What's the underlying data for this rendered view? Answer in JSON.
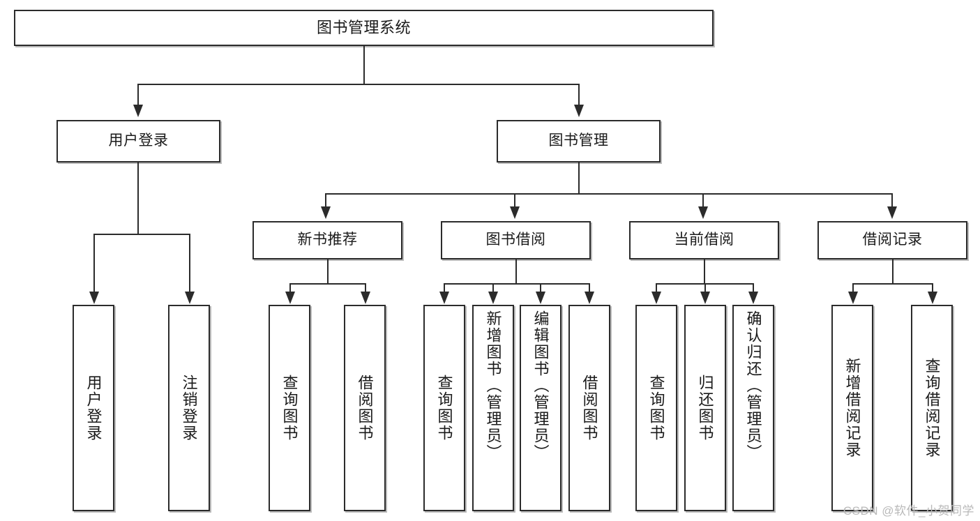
{
  "diagram": {
    "type": "tree",
    "title": "图书管理系统",
    "watermark": "CSDN @软件_小贺同学",
    "levels": {
      "root": {
        "label": "图书管理系统"
      },
      "level2": [
        {
          "key": "user-login",
          "label": "用户登录"
        },
        {
          "key": "book-manage",
          "label": "图书管理"
        }
      ],
      "level3": [
        {
          "key": "new-book-recommend",
          "label": "新书推荐"
        },
        {
          "key": "book-borrow",
          "label": "图书借阅"
        },
        {
          "key": "current-borrow",
          "label": "当前借阅"
        },
        {
          "key": "borrow-record",
          "label": "借阅记录"
        }
      ],
      "leaves": {
        "user_login": [
          {
            "key": "user-login-leaf",
            "label": "用户登录"
          },
          {
            "key": "logout-leaf",
            "label": "注销登录"
          }
        ],
        "new_book_recommend": [
          {
            "key": "query-book-1",
            "label": "查询图书"
          },
          {
            "key": "borrow-book-1",
            "label": "借阅图书"
          }
        ],
        "book_borrow": [
          {
            "key": "query-book-2",
            "label": "查询图书"
          },
          {
            "key": "add-book-admin",
            "label": "新增图书（管理员）"
          },
          {
            "key": "edit-book-admin",
            "label": "编辑图书（管理员）"
          },
          {
            "key": "borrow-book-2",
            "label": "借阅图书"
          }
        ],
        "current_borrow": [
          {
            "key": "query-book-3",
            "label": "查询图书"
          },
          {
            "key": "return-book",
            "label": "归还图书"
          },
          {
            "key": "confirm-return-admin",
            "label": "确认归还（管理员）"
          }
        ],
        "borrow_record": [
          {
            "key": "add-borrow-record",
            "label": "新增借阅记录"
          },
          {
            "key": "query-borrow-record",
            "label": "查询借阅记录"
          }
        ]
      }
    },
    "colors": {
      "stroke": "#2b2b2b",
      "fill": "#ffffff",
      "watermark": "#b9b9b9"
    }
  }
}
